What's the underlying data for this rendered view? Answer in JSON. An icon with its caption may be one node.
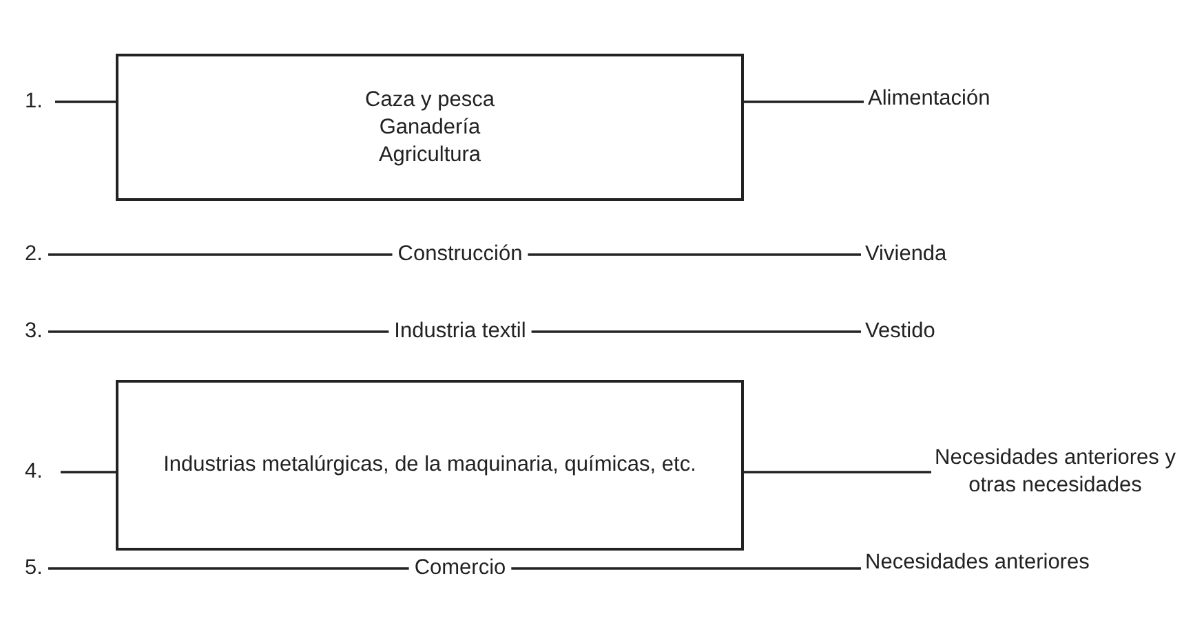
{
  "diagram": {
    "nodes": [
      {
        "text": [
          "1."
        ]
      },
      {
        "text": [
          "Caza y pesca",
          "Ganadería",
          "Agricultura"
        ]
      },
      {
        "text": [
          "Alimentación"
        ]
      },
      {
        "text": [
          "2."
        ]
      },
      {
        "text": [
          "Construcción"
        ]
      },
      {
        "text": [
          "Vivienda"
        ]
      },
      {
        "text": [
          "3."
        ]
      },
      {
        "text": [
          "Industria textil"
        ]
      },
      {
        "text": [
          "Vestido"
        ]
      },
      {
        "text": [
          "4."
        ]
      },
      {
        "text": [
          "Industrias metalúrgicas, de la maquinaria, químicas, etc."
        ]
      },
      {
        "text": [
          "Necesidades anteriores y otras necesidades"
        ]
      },
      {
        "text": [
          "5."
        ]
      },
      {
        "text": [
          "Comercio"
        ]
      },
      {
        "text": [
          "Necesidades anteriores"
        ]
      }
    ],
    "edges": [
      {
        "from": 0,
        "to": 1,
        "arrow": "none"
      },
      {
        "from": 1,
        "to": 2,
        "arrow": "none"
      },
      {
        "from": 3,
        "to": 4,
        "arrow": "none"
      },
      {
        "from": 4,
        "to": 5,
        "arrow": "none"
      },
      {
        "from": 6,
        "to": 7,
        "arrow": "none"
      },
      {
        "from": 7,
        "to": 8,
        "arrow": "none"
      },
      {
        "from": 9,
        "to": 10,
        "arrow": "none"
      },
      {
        "from": 10,
        "to": 11,
        "arrow": "none"
      },
      {
        "from": 12,
        "to": 13,
        "arrow": "none"
      },
      {
        "from": 13,
        "to": 14,
        "arrow": "none"
      }
    ]
  }
}
